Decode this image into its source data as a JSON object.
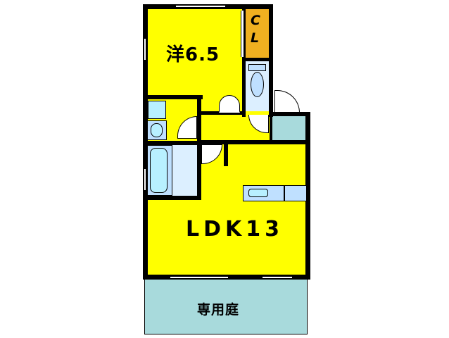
{
  "floorplan": {
    "rooms": {
      "western_room": {
        "label": "洋6.5",
        "color": "#ffff00"
      },
      "closet": {
        "label_top": "C",
        "label_bottom": "L",
        "color": "#f0b020"
      },
      "ldk": {
        "label": "LDK13",
        "color": "#ffff00"
      },
      "private_garden": {
        "label": "専用庭",
        "color": "#a8dadc"
      },
      "toilet": {
        "color": "#dcefff"
      },
      "washroom": {
        "color": "#dcefff"
      },
      "bathroom": {
        "color": "#bfe0ff"
      },
      "entrance": {
        "color": "#a8dadc"
      }
    },
    "colors": {
      "wall": "#000000",
      "fixture": "#bfe0ff",
      "fixture_inner": "#b8f0ff"
    }
  }
}
